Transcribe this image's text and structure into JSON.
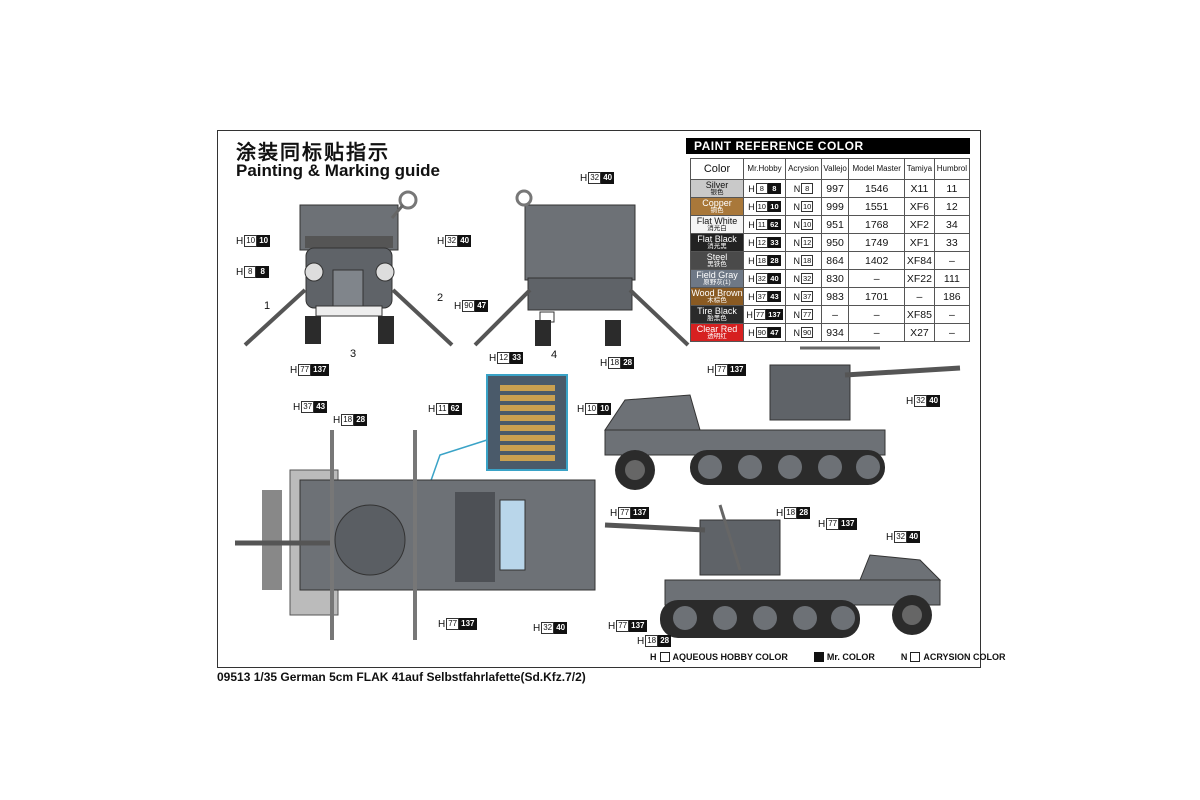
{
  "title_zh": "涂装同标贴指示",
  "title_en": "Painting & Marking guide",
  "footer": "09513 1/35 German 5cm FLAK 41auf Selbstfahrlafette(Sd.Kfz.7/2)",
  "paint_table": {
    "heading": "PAINT  REFERENCE COLOR",
    "headers": [
      "Color",
      "Mr.Hobby",
      "Acrysion",
      "Vallejo",
      "Model Master",
      "Tamiya",
      "Humbrol"
    ],
    "rows": [
      {
        "name": "Silver",
        "zh": "银色",
        "swatch": "#c9c9c9",
        "text": "#111",
        "h": "8",
        "hk": "8",
        "n": "8",
        "vallejo": "997",
        "mm": "1546",
        "tamiya": "X11",
        "humbrol": "11"
      },
      {
        "name": "Copper",
        "zh": "铜色",
        "swatch": "#a9783a",
        "text": "#fff",
        "h": "10",
        "hk": "10",
        "n": "10",
        "vallejo": "999",
        "mm": "1551",
        "tamiya": "XF6",
        "humbrol": "12"
      },
      {
        "name": "Flat White",
        "zh": "消光白",
        "swatch": "#f4f4f4",
        "text": "#111",
        "h": "11",
        "hk": "62",
        "n": "10",
        "vallejo": "951",
        "mm": "1768",
        "tamiya": "XF2",
        "humbrol": "34"
      },
      {
        "name": "Flat Black",
        "zh": "消光黑",
        "swatch": "#222222",
        "text": "#fff",
        "h": "12",
        "hk": "33",
        "n": "12",
        "vallejo": "950",
        "mm": "1749",
        "tamiya": "XF1",
        "humbrol": "33"
      },
      {
        "name": "Steel",
        "zh": "黑铁色",
        "swatch": "#4a4a4a",
        "text": "#fff",
        "h": "18",
        "hk": "28",
        "n": "18",
        "vallejo": "864",
        "mm": "1402",
        "tamiya": "XF84",
        "humbrol": "–"
      },
      {
        "name": "Field Gray",
        "zh": "原野灰(1)",
        "swatch": "#6e7886",
        "text": "#fff",
        "h": "32",
        "hk": "40",
        "n": "32",
        "vallejo": "830",
        "mm": "–",
        "tamiya": "XF22",
        "humbrol": "111"
      },
      {
        "name": "Wood Brown",
        "zh": "木棕色",
        "swatch": "#8a5a22",
        "text": "#fff",
        "h": "37",
        "hk": "43",
        "n": "37",
        "vallejo": "983",
        "mm": "1701",
        "tamiya": "–",
        "humbrol": "186"
      },
      {
        "name": "Tire Black",
        "zh": "胎黑色",
        "swatch": "#2a2a2a",
        "text": "#fff",
        "h": "77",
        "hk": "137",
        "n": "77",
        "vallejo": "–",
        "mm": "–",
        "tamiya": "XF85",
        "humbrol": "–"
      },
      {
        "name": "Clear Red",
        "zh": "透明红",
        "swatch": "#d62020",
        "text": "#fff",
        "h": "90",
        "hk": "47",
        "n": "90",
        "vallejo": "934",
        "mm": "–",
        "tamiya": "X27",
        "humbrol": "–"
      }
    ]
  },
  "callouts": [
    {
      "id": "front-left-1",
      "h": "10",
      "k": "10"
    },
    {
      "id": "front-right-1",
      "h": "32",
      "k": "40"
    },
    {
      "id": "front-left-2",
      "h": "8",
      "k": "8"
    },
    {
      "id": "front-bottom",
      "h": "77",
      "k": "137"
    },
    {
      "id": "rear-top",
      "h": "32",
      "k": "40"
    },
    {
      "id": "rear-left",
      "h": "90",
      "k": "47"
    },
    {
      "id": "rear-bottom",
      "h": "18",
      "k": "28"
    },
    {
      "id": "ammo-top",
      "h": "12",
      "k": "33"
    },
    {
      "id": "ammo-left",
      "h": "11",
      "k": "62"
    },
    {
      "id": "ammo-right",
      "h": "10",
      "k": "10"
    },
    {
      "id": "top-1",
      "h": "37",
      "k": "43"
    },
    {
      "id": "top-2",
      "h": "18",
      "k": "28"
    },
    {
      "id": "top-3",
      "h": "77",
      "k": "137"
    },
    {
      "id": "top-4",
      "h": "32",
      "k": "40"
    },
    {
      "id": "side1-top",
      "h": "77",
      "k": "137"
    },
    {
      "id": "side1-right",
      "h": "32",
      "k": "40"
    },
    {
      "id": "side1-left",
      "h": "77",
      "k": "137"
    },
    {
      "id": "side1-mid",
      "h": "18",
      "k": "28"
    },
    {
      "id": "side1-bot",
      "h": "77",
      "k": "137"
    },
    {
      "id": "side2-right",
      "h": "32",
      "k": "40"
    },
    {
      "id": "side2-left",
      "h": "77",
      "k": "137"
    },
    {
      "id": "side2-bot",
      "h": "18",
      "k": "28"
    }
  ],
  "part_numbers": [
    "1",
    "2",
    "3",
    "4"
  ],
  "legend": {
    "hobby": "AQUEOUS HOBBY COLOR",
    "mr": "Mr. COLOR",
    "acrysion": "ACRYSION COLOR",
    "h_letter": "H",
    "n_letter": "N"
  },
  "colors": {
    "vehicle_gray": "#6d7176",
    "vehicle_dark": "#4d5055",
    "tire": "#2b2b2b",
    "leader": "#3aa3c7"
  }
}
